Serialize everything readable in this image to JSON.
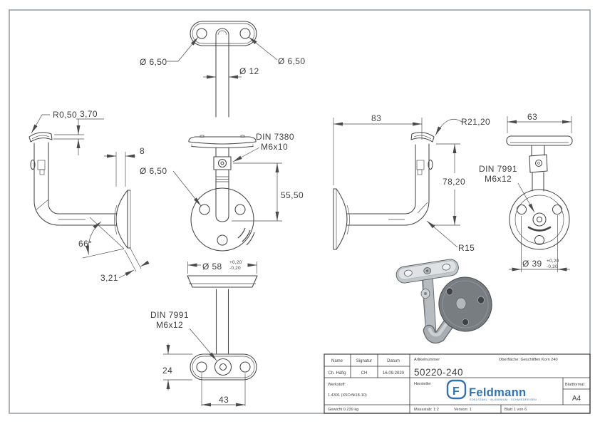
{
  "views": {
    "top_view": {
      "hole_dia_left": "Ø 6,50",
      "hole_dia_right": "Ø 6,50",
      "tube_dia": "Ø 12"
    },
    "left_side_view": {
      "saddle_radius": "R0,50",
      "saddle_height": "3,70",
      "plate_thickness": "8",
      "angle": "66°",
      "edge_thickness": "3,21"
    },
    "front_view": {
      "screw_standard": "DIN 7380",
      "screw_size": "M6x10",
      "hole_dia": "Ø 6,50",
      "height": "55,50",
      "plate_dia": "Ø 58",
      "tol_plus": "+0,20",
      "tol_minus": "-0,20"
    },
    "bottom_view": {
      "screw_standard": "DIN 7991",
      "screw_size": "M6x12",
      "plate_width": "24",
      "hole_spacing": "43"
    },
    "right_side_view": {
      "wall_distance": "83",
      "saddle_radius": "R21,20",
      "height": "78,20",
      "bend_radius": "R15"
    },
    "back_view": {
      "saddle_width": "63",
      "screw_standard": "DIN 7991",
      "screw_size": "M6x12",
      "bolt_circle_dia": "Ø 39",
      "tol_plus": "+0,20",
      "tol_minus": "-0,20"
    }
  },
  "title_block": {
    "name_label": "Name",
    "signature_label": "Signatur",
    "date_label": "Datum",
    "name": "Ch. Häfig",
    "signature": "CH",
    "date": "16.09.2020",
    "article_number_label": "Artikelnummer",
    "article_number": "50220-240",
    "surface": "Oberfläche:  Geschliffen Korn 240",
    "material_label": "Werkstoff:",
    "material": "1.4301 (X5CrNi18-10)",
    "manufacturer_label": "Hersteller",
    "logo_letter": "F",
    "logo_text": "Feldmann",
    "logo_tagline": "EDELSTAHL · ALUMINIUM · SCHMIEDEEISEN",
    "sheet_format_label": "Blattformat",
    "sheet_format": "A4",
    "weight": "Gewicht 0.239 kg",
    "scale": "Massstab: 1:2",
    "version": "Version: 1",
    "sheet_number": "Blatt 1 von 6"
  },
  "colors": {
    "line": "#454545",
    "logo_blue": "#2e74b5",
    "frame": "#9aa0a5"
  }
}
